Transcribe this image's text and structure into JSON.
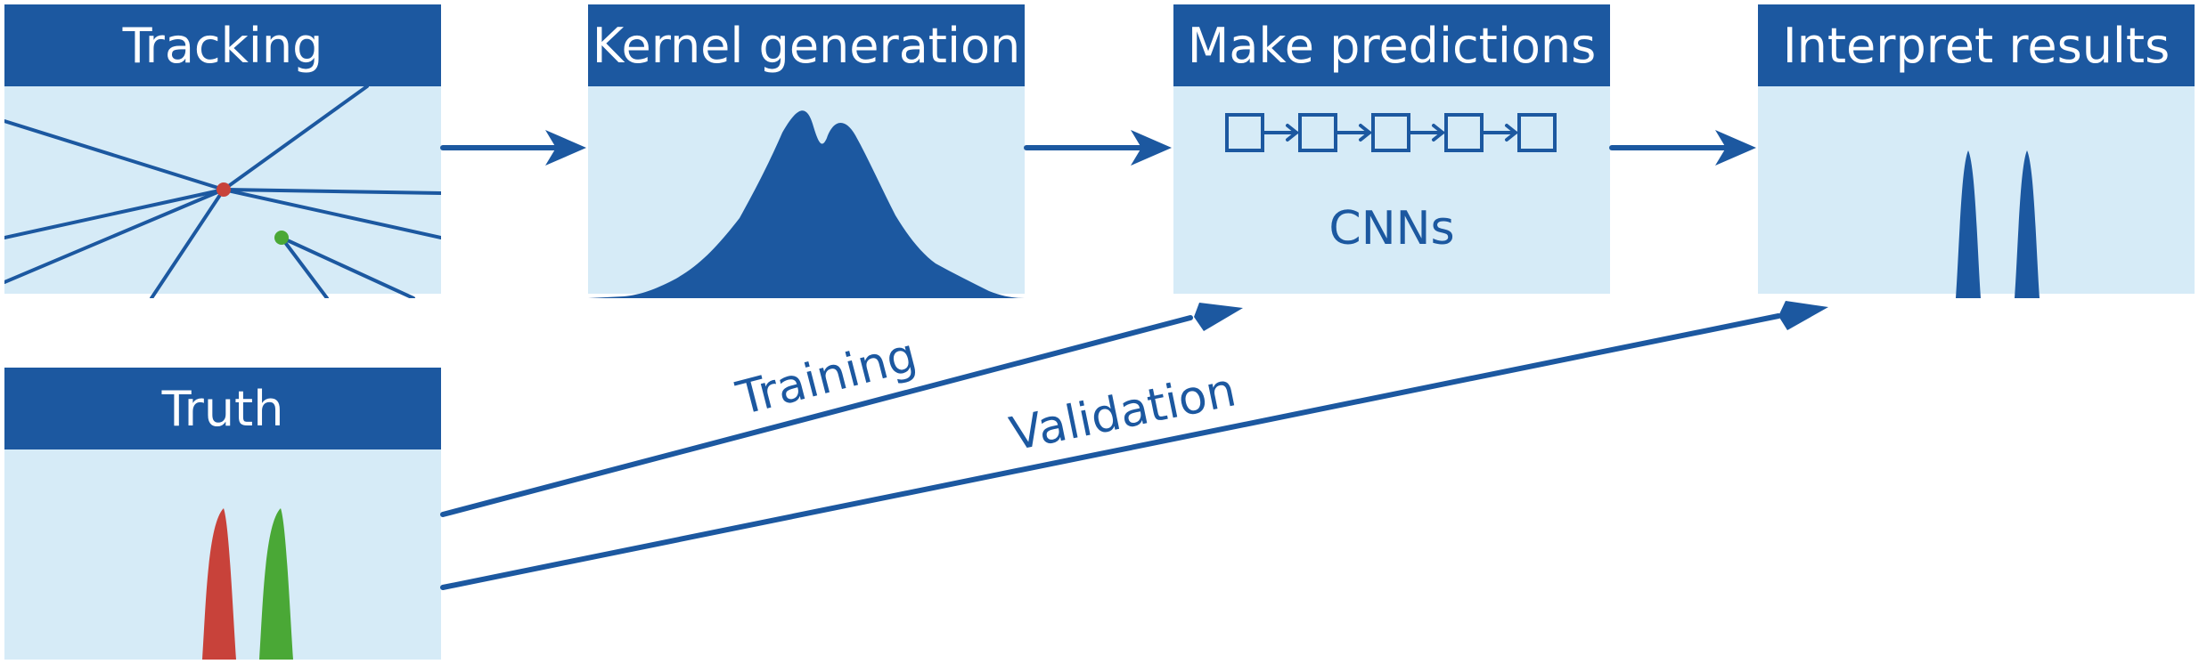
{
  "panels": {
    "tracking": {
      "title": "Tracking"
    },
    "kernel": {
      "title": "Kernel generation"
    },
    "predict": {
      "title": "Make predictions",
      "body_label": "CNNs"
    },
    "interpret": {
      "title": "Interpret results"
    },
    "truth": {
      "title": "Truth"
    }
  },
  "arrows": {
    "training": "Training",
    "validation": "Validation"
  },
  "colors": {
    "header": "#1c58a0",
    "panel_fill": "#d6ebf7",
    "line": "#1c58a0",
    "vertex_red": "#c8423a",
    "vertex_green": "#4aa836",
    "peak_red": "#c8423a",
    "peak_green": "#4aa836"
  },
  "icons": {
    "cnn_layer": "square-outline-icon",
    "cnn_link": "arrow-right-icon"
  }
}
